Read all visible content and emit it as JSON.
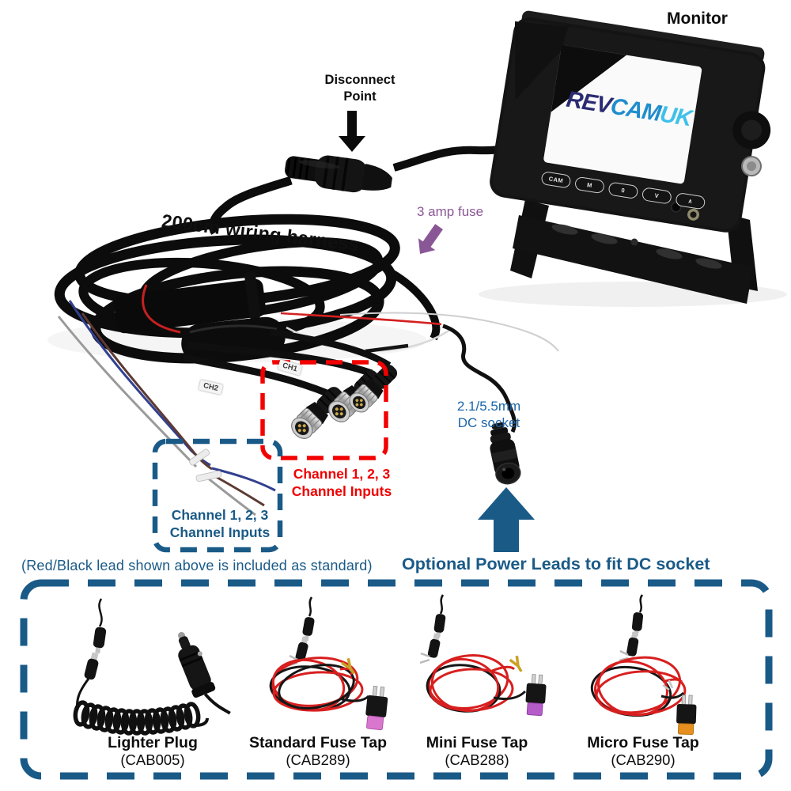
{
  "labels": {
    "monitor": "Monitor",
    "disconnect_point": [
      "Disconnect",
      "Point"
    ],
    "wiring_harness": "200cm wiring harness",
    "fuse": "3 amp fuse",
    "dc_socket": [
      "2.1/5.5mm",
      "DC socket"
    ],
    "channel_inputs_camera": [
      "Channel 1, 2, 3",
      "Channel Inputs"
    ],
    "channel_inputs_bare": [
      "Channel 1, 2, 3",
      "Channel Inputs"
    ],
    "standard_lead_note": "(Red/Black lead shown above is included as standard)",
    "optional_leads_heading": "Optional Power Leads to fit DC socket"
  },
  "monitor": {
    "logo": [
      {
        "text": "REV",
        "color": "#2b2b72"
      },
      {
        "text": "CAM",
        "color": "#1f8dcd"
      },
      {
        "text": "UK",
        "color": "#3fc0ea"
      }
    ],
    "buttons": [
      "CAM",
      "M",
      "0",
      "V",
      "∧"
    ]
  },
  "cable_tags": {
    "ch1": "CH1",
    "ch2": "CH2"
  },
  "products": [
    {
      "name": "Lighter Plug",
      "code": "(CAB005)"
    },
    {
      "name": "Standard Fuse Tap",
      "code": "(CAB289)"
    },
    {
      "name": "Mini Fuse Tap",
      "code": "(CAB288)"
    },
    {
      "name": "Micro Fuse Tap",
      "code": "(CAB290)"
    }
  ],
  "colors": {
    "accent_blue": "#1a5a87",
    "dc_label_blue": "#1b65a8",
    "accent_red": "#f20000",
    "accent_purple": "#8a5796",
    "text_black": "#111111"
  }
}
